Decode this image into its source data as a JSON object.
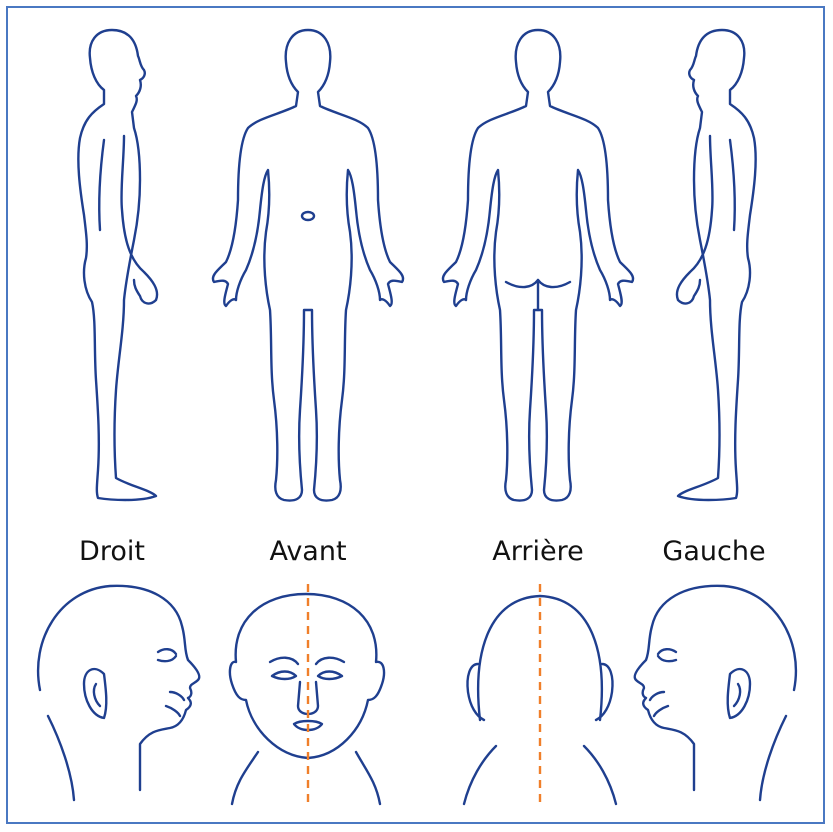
{
  "labels": {
    "right": "Droit",
    "front": "Avant",
    "back": "Arrière",
    "left": "Gauche"
  },
  "colors": {
    "outline": "#1f3f8f",
    "midline": "#f07f2a",
    "frame": "#4a78c2"
  },
  "figures": {
    "body_views": [
      "right-profile-icon",
      "front-body-icon",
      "back-body-icon",
      "left-profile-icon"
    ],
    "head_views": [
      "head-right-profile-icon",
      "head-front-icon",
      "head-back-icon",
      "head-left-profile-icon"
    ]
  }
}
